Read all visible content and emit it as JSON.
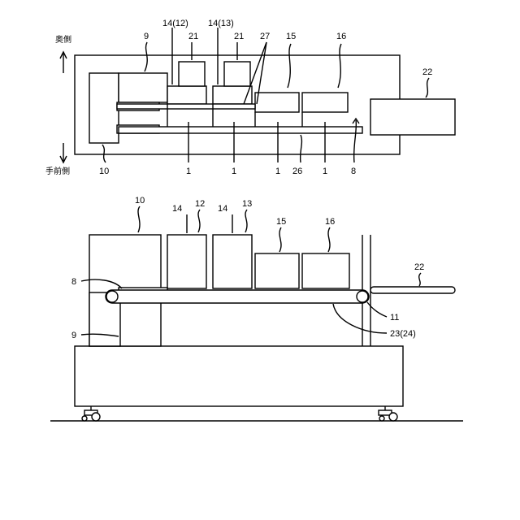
{
  "top_view": {
    "dir_back": "奥側",
    "dir_front": "手前側",
    "labels": {
      "l9": "9",
      "l14_12": "14(12)",
      "l21a": "21",
      "l14_13": "14(13)",
      "l21b": "21",
      "l27": "27",
      "l15": "15",
      "l16": "16",
      "l22": "22",
      "l10": "10",
      "l1a": "1",
      "l1b": "1",
      "l1c": "1",
      "l26": "26",
      "l1d": "1",
      "l8": "8"
    }
  },
  "side_view": {
    "labels": {
      "l10": "10",
      "l14a": "14",
      "l12": "12",
      "l14b": "14",
      "l13": "13",
      "l15": "15",
      "l16": "16",
      "l22": "22",
      "l8": "8",
      "l9": "9",
      "l11": "11",
      "l23_24": "23(24)"
    }
  }
}
